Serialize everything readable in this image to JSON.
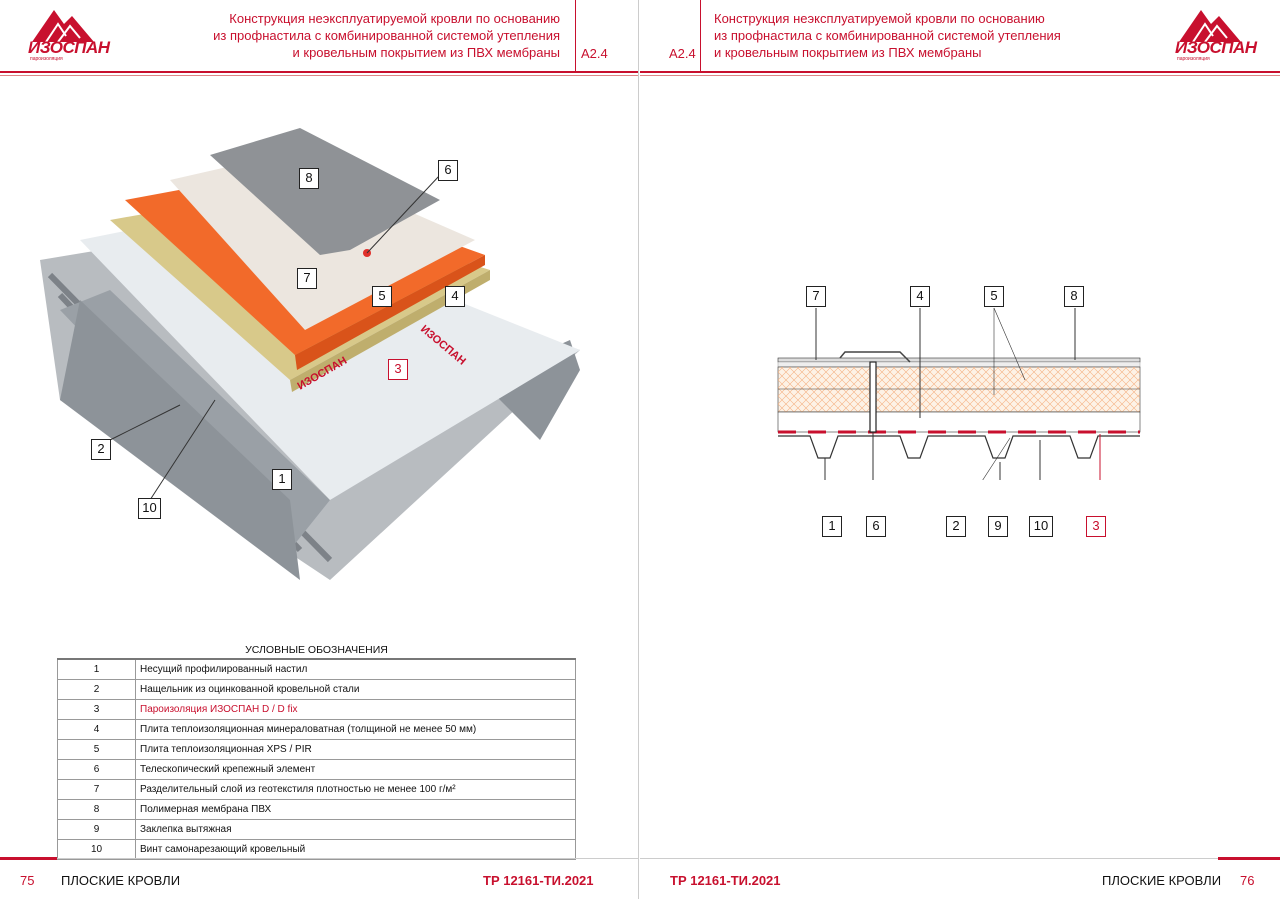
{
  "left_page": {
    "logo": {
      "name": "ИЗОСПАН",
      "tagline": "пароизоляция"
    },
    "title_lines": [
      "Конструкция неэксплуатируемой кровли по основанию",
      "из профнастила с комбинированной системой утепления",
      "и кровельным покрытием из ПВХ мембраны"
    ],
    "code": "А2.4",
    "illustration_callouts": [
      "8",
      "6",
      "7",
      "5",
      "4",
      "3",
      "2",
      "1",
      "10"
    ],
    "legend": {
      "title": "УСЛОВНЫЕ ОБОЗНАЧЕНИЯ",
      "rows": [
        {
          "num": "1",
          "text": "Несущий профилированный настил"
        },
        {
          "num": "2",
          "text": "Нащельник из оцинкованной кровельной стали"
        },
        {
          "num": "3",
          "text": "Пароизоляция ИЗОСПАН D / D fix"
        },
        {
          "num": "4",
          "text": "Плита теплоизоляционная минераловатная (толщиной не менее 50 мм)"
        },
        {
          "num": "5",
          "text": "Плита теплоизоляционная XPS / PIR"
        },
        {
          "num": "6",
          "text": "Телескопический крепежный элемент"
        },
        {
          "num": "7",
          "text": "Разделительный слой из геотекстиля плотностью не менее 100 г/м²"
        },
        {
          "num": "8",
          "text": "Полимерная мембрана ПВХ"
        },
        {
          "num": "9",
          "text": "Заклепка вытяжная"
        },
        {
          "num": "10",
          "text": "Винт самонарезающий кровельный"
        }
      ]
    },
    "footer": {
      "page": "75",
      "section": "ПЛОСКИЕ КРОВЛИ",
      "doc": "ТР 12161-ТИ.2021"
    }
  },
  "right_page": {
    "logo": {
      "name": "ИЗОСПАН",
      "tagline": "пароизоляция"
    },
    "title_lines": [
      "Конструкция неэксплуатируемой кровли по основанию",
      "из профнастила с комбинированной системой утепления",
      "и кровельным покрытием из ПВХ мембраны"
    ],
    "code": "А2.4",
    "diagram_callouts_top": [
      "7",
      "4",
      "5",
      "8"
    ],
    "diagram_callouts_bottom": [
      "1",
      "6",
      "2",
      "9",
      "10",
      "3"
    ],
    "footer": {
      "page": "76",
      "section": "ПЛОСКИЕ КРОВЛИ",
      "doc": "ТР 12161-ТИ.2021"
    }
  },
  "colors": {
    "brand": "#c8102e"
  }
}
